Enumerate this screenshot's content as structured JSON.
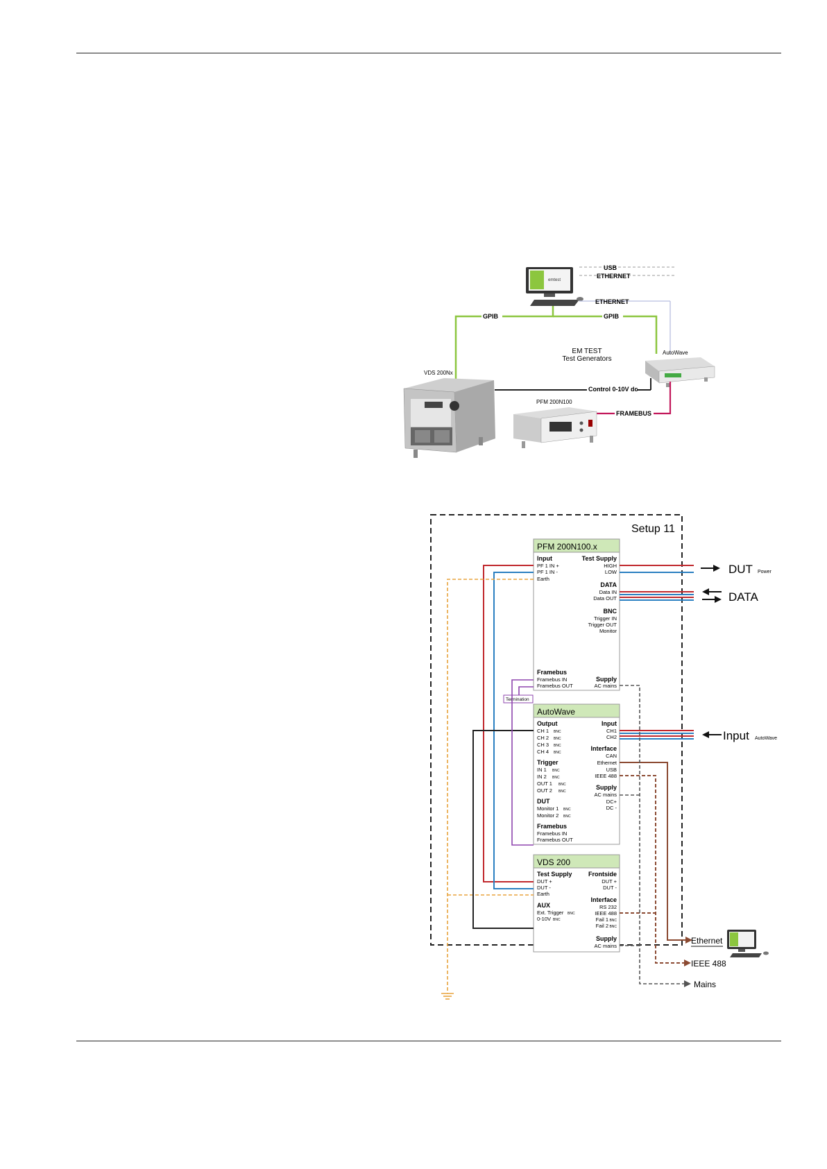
{
  "top_diagram": {
    "usb": "USB",
    "ethernet_pc": "ETHERNET",
    "ethernet_link": "ETHERNET",
    "gpib_left": "GPIB",
    "gpib_right": "GPIB",
    "title_line1": "EM TEST",
    "title_line2": "Test Generators",
    "autowave": "AutoWave",
    "vds": "VDS 200Nx",
    "pfm": "PFM 200N100",
    "control": "Control 0-10V dc",
    "framebus": "FRAMEBUS",
    "monitor_brand": "emtest"
  },
  "setup": {
    "title": "Setup 11",
    "pfm": {
      "header": "PFM 200N100.x",
      "input_h": "Input",
      "pf_in_plus": "PF 1 IN +",
      "pf_in_minus": "PF 1 IN -",
      "earth": "Earth",
      "test_supply_h": "Test Supply",
      "high": "HIGH",
      "low": "LOW",
      "data_h": "DATA",
      "data_in": "Data IN",
      "data_out": "Data OUT",
      "bnc_h": "BNC",
      "trigger_in": "Trigger IN",
      "trigger_out": "Trigger OUT",
      "monitor": "Monitor",
      "framebus_h": "Framebus",
      "framebus_in": "Framebus IN",
      "framebus_out": "Framebus OUT",
      "supply_h": "Supply",
      "ac_mains": "AC mains"
    },
    "termination": "Termination",
    "autowave": {
      "header": "AutoWave",
      "output_h": "Output",
      "ch1": "CH 1",
      "ch2": "CH 2",
      "ch3": "CH 3",
      "ch4": "CH 4",
      "bnc": "BNC",
      "trigger_h": "Trigger",
      "in1": "IN 1",
      "in2": "IN 2",
      "out1": "OUT 1",
      "out2": "OUT 2",
      "dut_h": "DUT",
      "mon1": "Monitor 1",
      "mon2": "Monitor 2",
      "framebus_h": "Framebus",
      "framebus_in": "Framebus IN",
      "framebus_out": "Framebus OUT",
      "input_h": "Input",
      "in_ch1": "CH1",
      "in_ch2": "CH2",
      "interface_h": "Interface",
      "can": "CAN",
      "ethernet": "Ethernet",
      "usb": "USB",
      "ieee": "IEEE 488",
      "supply_h": "Supply",
      "ac_mains": "AC mains",
      "dc_plus": "DC+",
      "dc_minus": "DC -"
    },
    "vds": {
      "header": "VDS 200",
      "test_supply_h": "Test Supply",
      "dut_plus": "DUT +",
      "dut_minus": "DUT -",
      "earth": "Earth",
      "aux_h": "AUX",
      "ext_trigger": "Ext. Trigger",
      "v010": "0-10V",
      "bnc": "BNC",
      "frontside_h": "Frontside",
      "f_dut_plus": "DUT +",
      "f_dut_minus": "DUT -",
      "interface_h": "Interface",
      "rs232": "RS 232",
      "ieee": "IEEE 488",
      "fail1": "Fail 1",
      "fail2": "Fail 2",
      "supply_h": "Supply",
      "ac_mains": "AC mains"
    },
    "ext": {
      "dut": "DUT",
      "dut_sub": "Power",
      "data": "DATA",
      "input": "Input",
      "input_sub": "AutoWave",
      "ethernet": "Ethernet",
      "ieee": "IEEE 488",
      "mains": "Mains"
    }
  },
  "colors": {
    "red": "#c0282d",
    "blue": "#2a7fc1",
    "green": "#8cc63f",
    "magenta": "#c2185b",
    "purple": "#8e44ad",
    "orange": "#e8a33d",
    "brown": "#8b4a32",
    "header_green": "#cfe8b8"
  }
}
